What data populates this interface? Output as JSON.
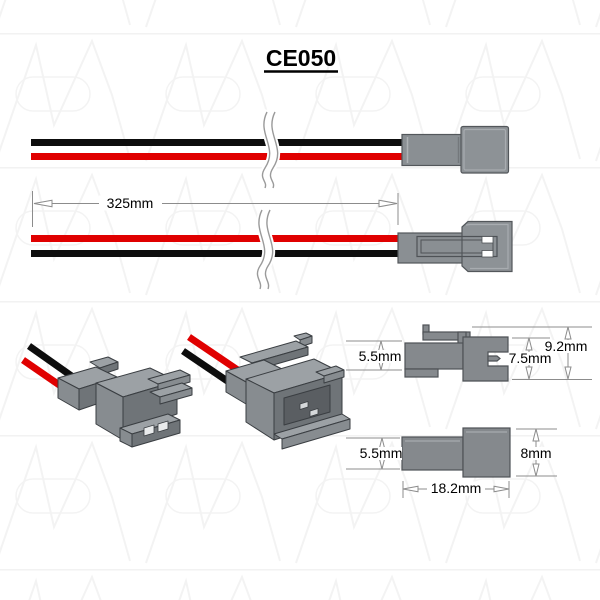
{
  "title": "CE050",
  "colors": {
    "wire_red": "#e00000",
    "wire_black": "#0d0d0d",
    "connector_gray": "#8a8f93",
    "connector_gray_light": "#9ca1a5",
    "connector_gray_dark": "#6f7478",
    "drawing_outline": "#45494d",
    "dimension_gray": "#8c8c8c",
    "watermark_gray": "#f3f3f3"
  },
  "cable_drawing": {
    "length_label": "325mm",
    "top_view_wire_order": [
      "black",
      "red"
    ],
    "bottom_view_wire_order": [
      "red",
      "black"
    ]
  },
  "side_view_latched": {
    "body_height_label": "5.5mm",
    "opening_height_label": "7.5mm",
    "overall_height_label": "9.2mm"
  },
  "side_view_plain": {
    "body_height_label": "5.5mm",
    "head_height_label": "8mm",
    "overall_length_label": "18.2mm"
  }
}
